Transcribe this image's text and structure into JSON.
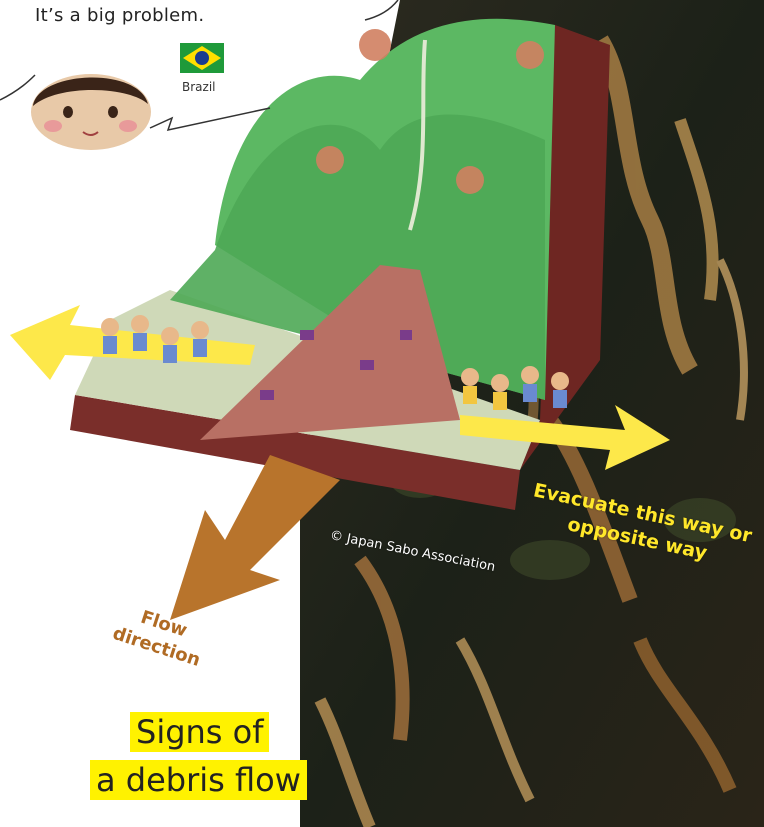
{
  "speech": {
    "text": "It’s a big problem.",
    "country": "Brazil",
    "flag_colors": {
      "green": "#1f9a3a",
      "yellow": "#fedf00",
      "blue": "#1a3c8f"
    }
  },
  "labels": {
    "flow_line1": "Flow",
    "flow_line2": "direction",
    "evac_line1": "Evacuate this way or",
    "evac_line2": "opposite way",
    "copyright": "© Japan Sabo Association"
  },
  "title": {
    "line1": "Signs of",
    "line2": "a debris flow"
  },
  "colors": {
    "flow_arrow": "#b8742c",
    "evac_arrow": "#fde84a",
    "title_highlight": "#fff200",
    "hill_green": "#56b45c",
    "soil": "#7a2e2a"
  },
  "icons": [
    "child-face-icon",
    "brazil-flag-icon",
    "evacuation-arrow-icon",
    "flow-arrow-icon",
    "children-running-icon"
  ]
}
